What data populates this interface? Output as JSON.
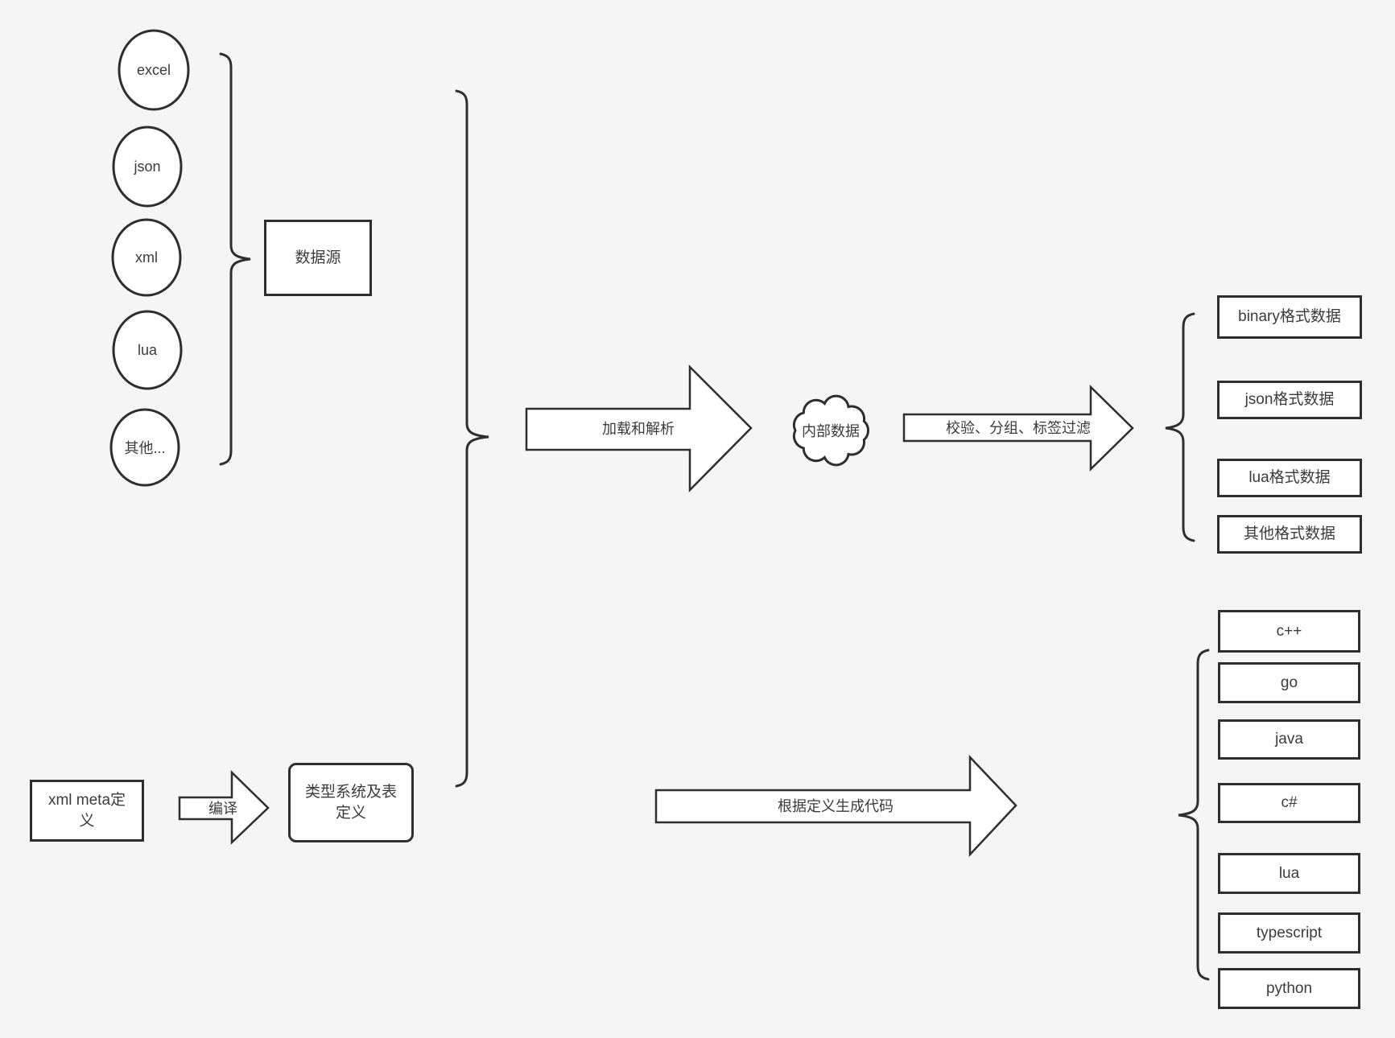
{
  "diagram": {
    "background_color": "#f5f5f5",
    "stroke_color": "#2e2e2e",
    "fill_color": "#ffffff",
    "text_color": "#3b3b3b"
  },
  "sources": {
    "group_label": "数据源",
    "items": [
      {
        "label": "excel"
      },
      {
        "label": "json"
      },
      {
        "label": "xml"
      },
      {
        "label": "lua"
      },
      {
        "label": "其他..."
      }
    ]
  },
  "meta_flow": {
    "xml_meta_label": "xml meta定义",
    "compile_arrow_label": "编译",
    "type_system_label": "类型系统及表定义"
  },
  "pipeline": {
    "load_parse_arrow_label": "加载和解析",
    "internal_data_label": "内部数据",
    "filter_arrow_label": "校验、分组、标签过滤",
    "codegen_arrow_label": "根据定义生成代码"
  },
  "format_outputs": {
    "items": [
      {
        "label": "binary格式数据"
      },
      {
        "label": "json格式数据"
      },
      {
        "label": "lua格式数据"
      },
      {
        "label": "其他格式数据"
      }
    ]
  },
  "languages": {
    "items": [
      {
        "label": "c++"
      },
      {
        "label": "go"
      },
      {
        "label": "java"
      },
      {
        "label": "c#"
      },
      {
        "label": "lua"
      },
      {
        "label": "typescript"
      },
      {
        "label": "python"
      }
    ]
  }
}
